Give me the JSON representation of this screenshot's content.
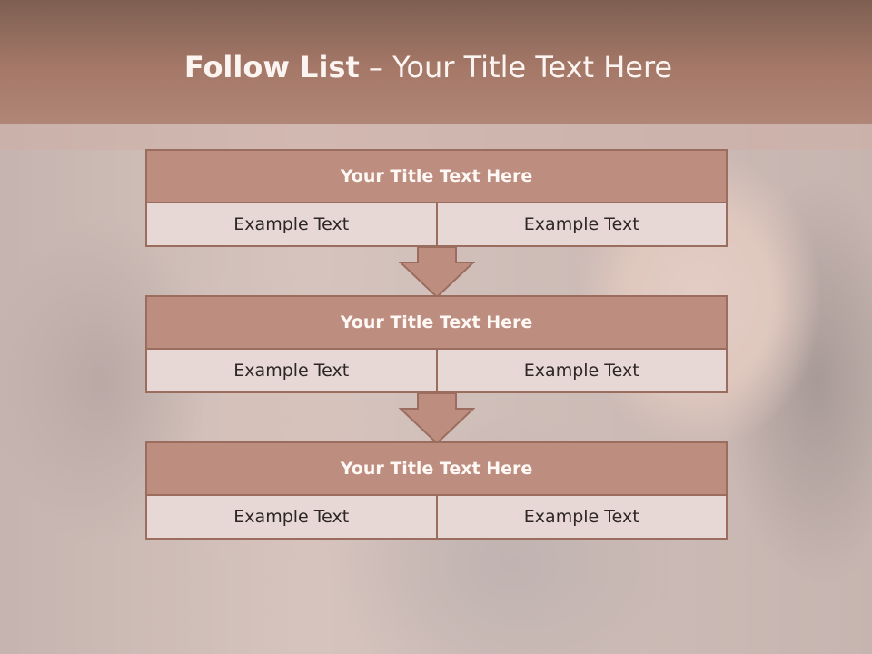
{
  "slide": {
    "title_bold": "Follow List",
    "title_rest": " – Your Title Text Here"
  },
  "steps": [
    {
      "title": "Your Title Text Here",
      "left": "Example Text",
      "right": "Example Text"
    },
    {
      "title": "Your Title Text Here",
      "left": "Example Text",
      "right": "Example Text"
    },
    {
      "title": "Your Title Text Here",
      "left": "Example Text",
      "right": "Example Text"
    }
  ],
  "colors": {
    "header": "#a57868",
    "box_head": "#bd8e7f",
    "box_cell": "#e7d8d5",
    "border": "#9b6d5f"
  }
}
